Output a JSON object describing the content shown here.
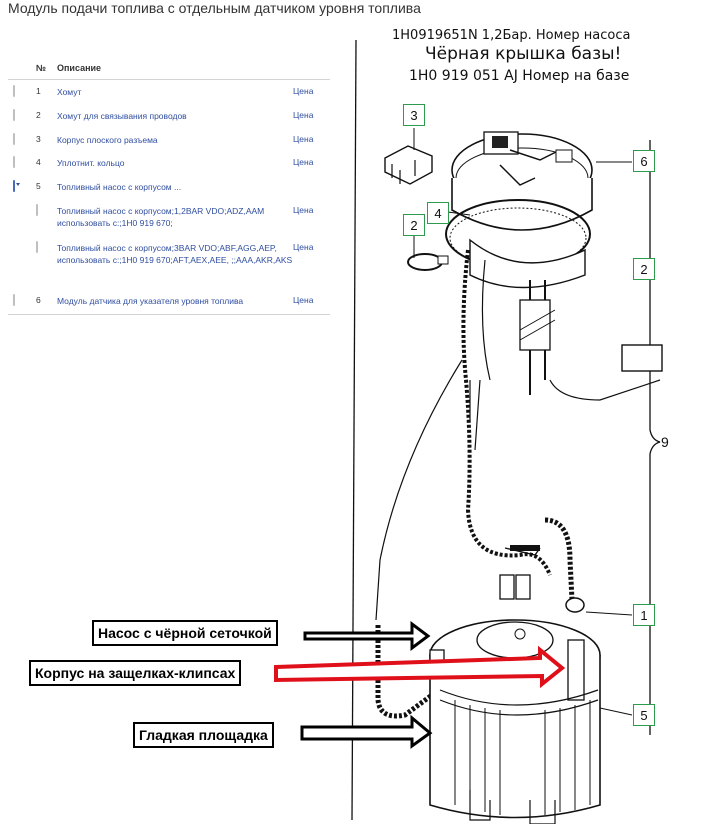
{
  "page": {
    "title": "Модуль подачи топлива с отдельным датчиком уровня топлива"
  },
  "table": {
    "col_num": "№",
    "col_desc": "Описание",
    "rows": [
      {
        "num": "1",
        "desc": "Хомут",
        "price": "Цена"
      },
      {
        "num": "2",
        "desc": "Хомут для связывания проводов",
        "price": "Цена"
      },
      {
        "num": "3",
        "desc": "Корпус плоского разъема",
        "price": "Цена"
      },
      {
        "num": "4",
        "desc": "Уплотнит. кольцо",
        "price": "Цена"
      },
      {
        "num": "5",
        "desc": "Топливный насос с корпусом ...",
        "price": ""
      },
      {
        "num": "",
        "desc": "Топливный насос с корпусом;1,2BAR VDO;ADZ,AAM использовать с:;1H0 919 670;",
        "price": "Цена"
      },
      {
        "num": "",
        "desc": "Топливный насос с корпусом;3BAR VDO;ABF,AGG,AEP, использовать с:;1H0 919 670;AFT,AEX,AEE, ;;AAA,AKR,AKS",
        "price": "Цена"
      },
      {
        "num": "6",
        "desc": "Модуль датчика для указателя уровня топлива",
        "price": "Цена"
      }
    ]
  },
  "notes": {
    "line1": "1H0919651N  1,2Бар.  Номер насоса",
    "line2": "Чёрная крышка базы!",
    "line3": "1H0 919 051 AJ Номер на базе"
  },
  "callouts": {
    "pump_mesh": "Насос с чёрной сеточкой",
    "clip_housing": "Корпус на защелках-клипсах",
    "smooth_pad": "Гладкая площадка"
  },
  "positions": {
    "p1": "1",
    "p2": "2",
    "p3": "3",
    "p4": "4",
    "p5": "5",
    "p6": "6",
    "brace": "9",
    "p2b": "2"
  },
  "colors": {
    "link": "#2f4ea0",
    "marker_border": "#2d9a4e",
    "arrow_black": "#000000",
    "arrow_red": "#e0101a"
  }
}
